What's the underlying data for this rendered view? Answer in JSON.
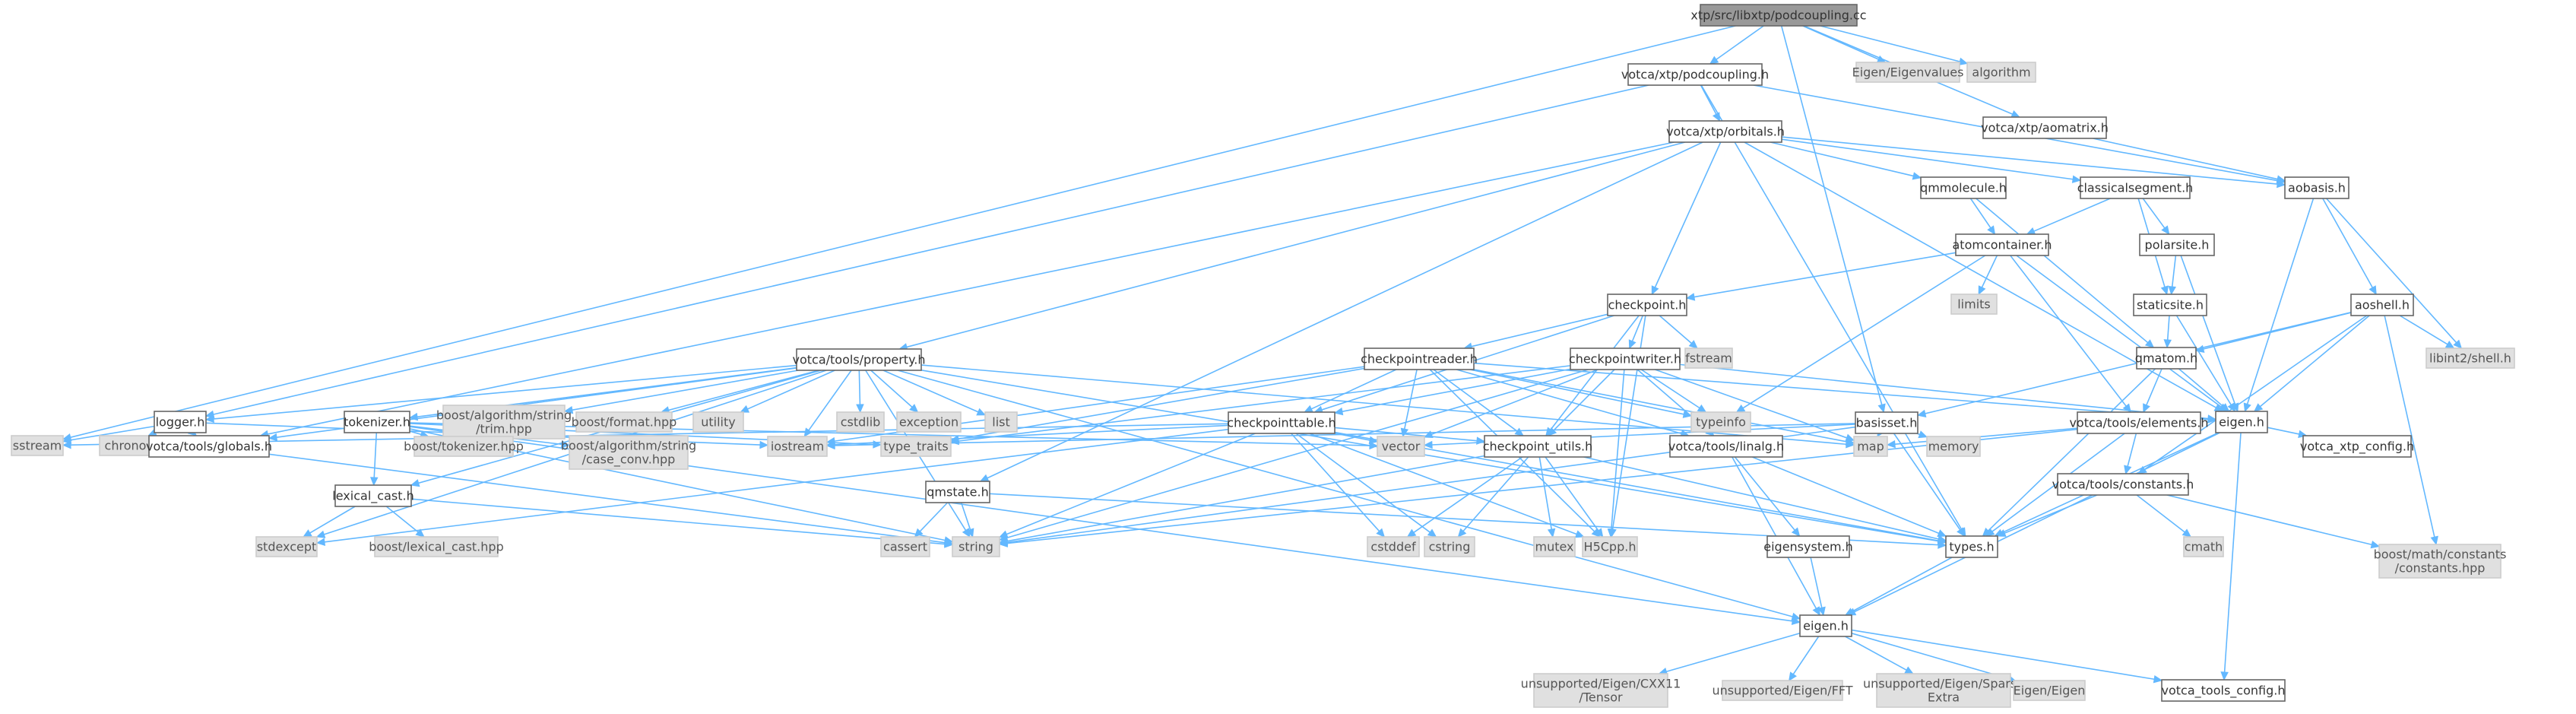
{
  "graph": {
    "root": "xtp/src/libxtp/podcoupling.cc",
    "nodes": [
      {
        "id": "root",
        "label": "xtp/src/libxtp/podcoupling.cc",
        "kind": "root"
      },
      {
        "id": "podcoupling_h",
        "label": "votca/xtp/podcoupling.h",
        "kind": "normal"
      },
      {
        "id": "eigenvalues",
        "label": "Eigen/Eigenvalues",
        "kind": "external"
      },
      {
        "id": "algorithm",
        "label": "algorithm",
        "kind": "external"
      },
      {
        "id": "aomatrix_h",
        "label": "votca/xtp/aomatrix.h",
        "kind": "normal"
      },
      {
        "id": "orbitals_h",
        "label": "votca/xtp/orbitals.h",
        "kind": "normal"
      },
      {
        "id": "qmmolecule_h",
        "label": "qmmolecule.h",
        "kind": "normal"
      },
      {
        "id": "classicalsegment_h",
        "label": "classicalsegment.h",
        "kind": "normal"
      },
      {
        "id": "aobasis_h",
        "label": "aobasis.h",
        "kind": "normal"
      },
      {
        "id": "atomcontainer_h",
        "label": "atomcontainer.h",
        "kind": "normal"
      },
      {
        "id": "polarsite_h",
        "label": "polarsite.h",
        "kind": "normal"
      },
      {
        "id": "aoshell_h",
        "label": "aoshell.h",
        "kind": "normal"
      },
      {
        "id": "limits",
        "label": "limits",
        "kind": "external"
      },
      {
        "id": "staticsite_h",
        "label": "staticsite.h",
        "kind": "normal"
      },
      {
        "id": "checkpoint_h",
        "label": "checkpoint.h",
        "kind": "normal"
      },
      {
        "id": "fstream",
        "label": "fstream",
        "kind": "external"
      },
      {
        "id": "property_h",
        "label": "votca/tools/property.h",
        "kind": "normal"
      },
      {
        "id": "checkpointreader_h",
        "label": "checkpointreader.h",
        "kind": "normal"
      },
      {
        "id": "checkpointwriter_h",
        "label": "checkpointwriter.h",
        "kind": "normal"
      },
      {
        "id": "qmatom_h",
        "label": "qmatom.h",
        "kind": "normal"
      },
      {
        "id": "libint2_shell",
        "label": "libint2/shell.h",
        "kind": "external"
      },
      {
        "id": "logger_h",
        "label": "logger.h",
        "kind": "normal"
      },
      {
        "id": "tokenizer_h",
        "label": "tokenizer.h",
        "kind": "normal"
      },
      {
        "id": "boost_trim",
        "label": "boost/algorithm/string\n/trim.hpp",
        "kind": "external"
      },
      {
        "id": "boost_format",
        "label": "boost/format.hpp",
        "kind": "external"
      },
      {
        "id": "utility",
        "label": "utility",
        "kind": "external"
      },
      {
        "id": "cstdlib",
        "label": "cstdlib",
        "kind": "external"
      },
      {
        "id": "exception",
        "label": "exception",
        "kind": "external"
      },
      {
        "id": "list",
        "label": "list",
        "kind": "external"
      },
      {
        "id": "checkpointtable_h",
        "label": "checkpointtable.h",
        "kind": "normal"
      },
      {
        "id": "typeinfo",
        "label": "typeinfo",
        "kind": "external"
      },
      {
        "id": "eigen_h1",
        "label": "eigen.h",
        "kind": "normal"
      },
      {
        "id": "basisset_h",
        "label": "basisset.h",
        "kind": "normal"
      },
      {
        "id": "elements_h",
        "label": "votca/tools/elements.h",
        "kind": "normal"
      },
      {
        "id": "sstream",
        "label": "sstream",
        "kind": "external"
      },
      {
        "id": "chrono",
        "label": "chrono",
        "kind": "external"
      },
      {
        "id": "globals_h",
        "label": "votca/tools/globals.h",
        "kind": "normal"
      },
      {
        "id": "lexical_cast_h",
        "label": "lexical_cast.h",
        "kind": "normal"
      },
      {
        "id": "boost_tokenizer",
        "label": "boost/tokenizer.hpp",
        "kind": "external"
      },
      {
        "id": "boost_case_conv",
        "label": "boost/algorithm/string\n/case_conv.hpp",
        "kind": "external"
      },
      {
        "id": "iostream",
        "label": "iostream",
        "kind": "external"
      },
      {
        "id": "type_traits",
        "label": "type_traits",
        "kind": "external"
      },
      {
        "id": "vector",
        "label": "vector",
        "kind": "external"
      },
      {
        "id": "checkpoint_utils_h",
        "label": "checkpoint_utils.h",
        "kind": "normal"
      },
      {
        "id": "linalg_h",
        "label": "votca/tools/linalg.h",
        "kind": "normal"
      },
      {
        "id": "map",
        "label": "map",
        "kind": "external"
      },
      {
        "id": "memory",
        "label": "memory",
        "kind": "external"
      },
      {
        "id": "constants_h",
        "label": "votca/tools/constants.h",
        "kind": "normal"
      },
      {
        "id": "xtp_config_h",
        "label": "votca_xtp_config.h",
        "kind": "normal"
      },
      {
        "id": "qmstate_h",
        "label": "qmstate.h",
        "kind": "normal"
      },
      {
        "id": "stdexcept",
        "label": "stdexcept",
        "kind": "external"
      },
      {
        "id": "boost_lexical_cast",
        "label": "boost/lexical_cast.hpp",
        "kind": "external"
      },
      {
        "id": "cassert",
        "label": "cassert",
        "kind": "external"
      },
      {
        "id": "string",
        "label": "string",
        "kind": "external"
      },
      {
        "id": "cstddef",
        "label": "cstddef",
        "kind": "external"
      },
      {
        "id": "cstring",
        "label": "cstring",
        "kind": "external"
      },
      {
        "id": "mutex",
        "label": "mutex",
        "kind": "external"
      },
      {
        "id": "h5cpp",
        "label": "H5Cpp.h",
        "kind": "external"
      },
      {
        "id": "eigensystem_h",
        "label": "eigensystem.h",
        "kind": "normal"
      },
      {
        "id": "types_h",
        "label": "types.h",
        "kind": "normal"
      },
      {
        "id": "cmath",
        "label": "cmath",
        "kind": "external"
      },
      {
        "id": "boost_math_constants",
        "label": "boost/math/constants\n/constants.hpp",
        "kind": "external"
      },
      {
        "id": "eigen_h2",
        "label": "eigen.h",
        "kind": "normal"
      },
      {
        "id": "cxx11_tensor",
        "label": "unsupported/Eigen/CXX11\n/Tensor",
        "kind": "external"
      },
      {
        "id": "eigen_fft",
        "label": "unsupported/Eigen/FFT",
        "kind": "external"
      },
      {
        "id": "sparse_extra",
        "label": "unsupported/Eigen/Sparse\nExtra",
        "kind": "external"
      },
      {
        "id": "eigen_eigen",
        "label": "Eigen/Eigen",
        "kind": "external"
      },
      {
        "id": "tools_config_h",
        "label": "votca_tools_config.h",
        "kind": "normal"
      }
    ],
    "edges": [
      [
        "root",
        "podcoupling_h"
      ],
      [
        "root",
        "eigenvalues"
      ],
      [
        "root",
        "algorithm"
      ],
      [
        "root",
        "aomatrix_h"
      ],
      [
        "root",
        "sstream"
      ],
      [
        "root",
        "basisset_h"
      ],
      [
        "podcoupling_h",
        "orbitals_h"
      ],
      [
        "podcoupling_h",
        "aobasis_h"
      ],
      [
        "podcoupling_h",
        "types_h"
      ],
      [
        "podcoupling_h",
        "logger_h"
      ],
      [
        "aomatrix_h",
        "aobasis_h"
      ],
      [
        "orbitals_h",
        "qmmolecule_h"
      ],
      [
        "orbitals_h",
        "classicalsegment_h"
      ],
      [
        "orbitals_h",
        "aobasis_h"
      ],
      [
        "orbitals_h",
        "checkpoint_h"
      ],
      [
        "orbitals_h",
        "property_h"
      ],
      [
        "orbitals_h",
        "eigen_h1"
      ],
      [
        "orbitals_h",
        "qmstate_h"
      ],
      [
        "orbitals_h",
        "globals_h"
      ],
      [
        "qmmolecule_h",
        "atomcontainer_h"
      ],
      [
        "qmmolecule_h",
        "qmatom_h"
      ],
      [
        "classicalsegment_h",
        "atomcontainer_h"
      ],
      [
        "classicalsegment_h",
        "polarsite_h"
      ],
      [
        "classicalsegment_h",
        "staticsite_h"
      ],
      [
        "aobasis_h",
        "aoshell_h"
      ],
      [
        "aobasis_h",
        "eigen_h1"
      ],
      [
        "aobasis_h",
        "libint2_shell"
      ],
      [
        "atomcontainer_h",
        "limits"
      ],
      [
        "atomcontainer_h",
        "checkpoint_h"
      ],
      [
        "atomcontainer_h",
        "typeinfo"
      ],
      [
        "atomcontainer_h",
        "elements_h"
      ],
      [
        "atomcontainer_h",
        "eigen_h1"
      ],
      [
        "polarsite_h",
        "staticsite_h"
      ],
      [
        "polarsite_h",
        "eigen_h1"
      ],
      [
        "aoshell_h",
        "qmatom_h"
      ],
      [
        "aoshell_h",
        "eigen_h1"
      ],
      [
        "aoshell_h",
        "libint2_shell"
      ],
      [
        "aoshell_h",
        "basisset_h"
      ],
      [
        "aoshell_h",
        "constants_h"
      ],
      [
        "aoshell_h",
        "boost_math_constants"
      ],
      [
        "staticsite_h",
        "qmatom_h"
      ],
      [
        "staticsite_h",
        "eigen_h1"
      ],
      [
        "checkpoint_h",
        "fstream"
      ],
      [
        "checkpoint_h",
        "checkpointreader_h"
      ],
      [
        "checkpoint_h",
        "checkpointwriter_h"
      ],
      [
        "checkpoint_h",
        "checkpointtable_h"
      ],
      [
        "checkpoint_h",
        "checkpoint_utils_h"
      ],
      [
        "checkpoint_h",
        "h5cpp"
      ],
      [
        "property_h",
        "logger_h"
      ],
      [
        "property_h",
        "tokenizer_h"
      ],
      [
        "property_h",
        "boost_trim"
      ],
      [
        "property_h",
        "boost_format"
      ],
      [
        "property_h",
        "utility"
      ],
      [
        "property_h",
        "cstdlib"
      ],
      [
        "property_h",
        "exception"
      ],
      [
        "property_h",
        "list"
      ],
      [
        "property_h",
        "map"
      ],
      [
        "property_h",
        "types_h"
      ],
      [
        "property_h",
        "lexical_cast_h"
      ],
      [
        "property_h",
        "globals_h"
      ],
      [
        "property_h",
        "iostream"
      ],
      [
        "property_h",
        "string"
      ],
      [
        "property_h",
        "stdexcept"
      ],
      [
        "property_h",
        "eigen_h2"
      ],
      [
        "checkpointreader_h",
        "checkpointtable_h"
      ],
      [
        "checkpointreader_h",
        "checkpoint_utils_h"
      ],
      [
        "checkpointreader_h",
        "linalg_h"
      ],
      [
        "checkpointreader_h",
        "typeinfo"
      ],
      [
        "checkpointreader_h",
        "eigen_h1"
      ],
      [
        "checkpointreader_h",
        "vector"
      ],
      [
        "checkpointreader_h",
        "type_traits"
      ],
      [
        "checkpointreader_h",
        "h5cpp"
      ],
      [
        "checkpointreader_h",
        "map"
      ],
      [
        "checkpointreader_h",
        "iostream"
      ],
      [
        "checkpointwriter_h",
        "checkpointtable_h"
      ],
      [
        "checkpointwriter_h",
        "checkpoint_utils_h"
      ],
      [
        "checkpointwriter_h",
        "linalg_h"
      ],
      [
        "checkpointwriter_h",
        "typeinfo"
      ],
      [
        "checkpointwriter_h",
        "eigen_h1"
      ],
      [
        "checkpointwriter_h",
        "vector"
      ],
      [
        "checkpointwriter_h",
        "type_traits"
      ],
      [
        "checkpointwriter_h",
        "h5cpp"
      ],
      [
        "checkpointwriter_h",
        "map"
      ],
      [
        "checkpointwriter_h",
        "string"
      ],
      [
        "qmatom_h",
        "elements_h"
      ],
      [
        "qmatom_h",
        "eigen_h1"
      ],
      [
        "qmatom_h",
        "types_h"
      ],
      [
        "logger_h",
        "sstream"
      ],
      [
        "logger_h",
        "chrono"
      ],
      [
        "logger_h",
        "globals_h"
      ],
      [
        "logger_h",
        "iostream"
      ],
      [
        "tokenizer_h",
        "boost_tokenizer"
      ],
      [
        "tokenizer_h",
        "boost_case_conv"
      ],
      [
        "tokenizer_h",
        "lexical_cast_h"
      ],
      [
        "tokenizer_h",
        "vector"
      ],
      [
        "tokenizer_h",
        "type_traits"
      ],
      [
        "tokenizer_h",
        "string"
      ],
      [
        "tokenizer_h",
        "eigen_h2"
      ],
      [
        "checkpointtable_h",
        "vector"
      ],
      [
        "checkpointtable_h",
        "checkpoint_utils_h"
      ],
      [
        "checkpointtable_h",
        "cstddef"
      ],
      [
        "checkpointtable_h",
        "cstring"
      ],
      [
        "checkpointtable_h",
        "h5cpp"
      ],
      [
        "checkpointtable_h",
        "string"
      ],
      [
        "checkpointtable_h",
        "iostream"
      ],
      [
        "checkpointtable_h",
        "sstream"
      ],
      [
        "checkpointtable_h",
        "stdexcept"
      ],
      [
        "checkpointtable_h",
        "types_h"
      ],
      [
        "eigen_h1",
        "xtp_config_h"
      ],
      [
        "eigen_h1",
        "types_h"
      ],
      [
        "eigen_h1",
        "eigen_h2"
      ],
      [
        "eigen_h1",
        "tools_config_h"
      ],
      [
        "basisset_h",
        "map"
      ],
      [
        "basisset_h",
        "memory"
      ],
      [
        "basisset_h",
        "vector"
      ],
      [
        "basisset_h",
        "types_h"
      ],
      [
        "basisset_h",
        "string"
      ],
      [
        "basisset_h",
        "iostream"
      ],
      [
        "elements_h",
        "map"
      ],
      [
        "elements_h",
        "constants_h"
      ],
      [
        "elements_h",
        "string"
      ],
      [
        "elements_h",
        "types_h"
      ],
      [
        "globals_h",
        "string"
      ],
      [
        "lexical_cast_h",
        "boost_lexical_cast"
      ],
      [
        "lexical_cast_h",
        "stdexcept"
      ],
      [
        "lexical_cast_h",
        "string"
      ],
      [
        "checkpoint_utils_h",
        "h5cpp"
      ],
      [
        "checkpoint_utils_h",
        "cstddef"
      ],
      [
        "checkpoint_utils_h",
        "cstring"
      ],
      [
        "checkpoint_utils_h",
        "mutex"
      ],
      [
        "checkpoint_utils_h",
        "string"
      ],
      [
        "checkpoint_utils_h",
        "types_h"
      ],
      [
        "linalg_h",
        "eigensystem_h"
      ],
      [
        "linalg_h",
        "eigen_h2"
      ],
      [
        "linalg_h",
        "types_h"
      ],
      [
        "constants_h",
        "cmath"
      ],
      [
        "constants_h",
        "boost_math_constants"
      ],
      [
        "constants_h",
        "types_h"
      ],
      [
        "qmstate_h",
        "cassert"
      ],
      [
        "qmstate_h",
        "string"
      ],
      [
        "qmstate_h",
        "types_h"
      ],
      [
        "eigensystem_h",
        "eigen_h2"
      ],
      [
        "types_h",
        "eigen_h2"
      ],
      [
        "eigen_h2",
        "cxx11_tensor"
      ],
      [
        "eigen_h2",
        "eigen_fft"
      ],
      [
        "eigen_h2",
        "sparse_extra"
      ],
      [
        "eigen_h2",
        "eigen_eigen"
      ],
      [
        "eigen_h2",
        "tools_config_h"
      ]
    ]
  }
}
